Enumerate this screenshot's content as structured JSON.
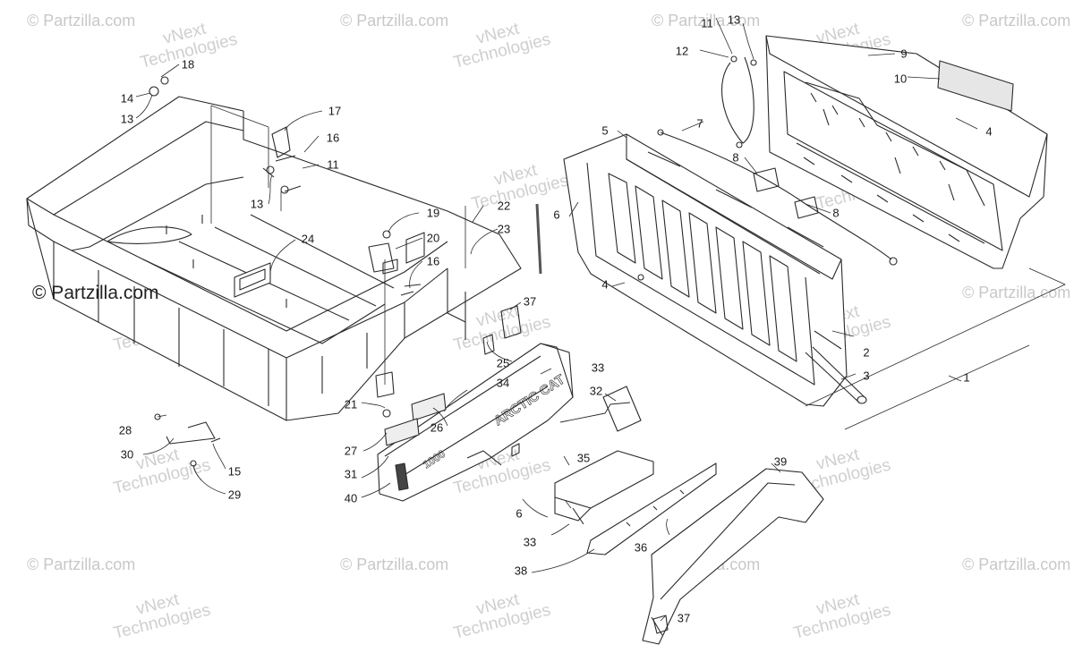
{
  "watermark": {
    "main": "© Partzilla.com",
    "tile": "© Partzilla.com",
    "vnext_line1": "vNext",
    "vnext_line2": "Technologies"
  },
  "labels": {
    "l1": "1",
    "l2": "2",
    "l3": "3",
    "l4a": "4",
    "l4b": "4",
    "l5": "5",
    "l6a": "6",
    "l6b": "6",
    "l7": "7",
    "l8a": "8",
    "l8b": "8",
    "l9": "9",
    "l10": "10",
    "l11a": "11",
    "l11b": "11",
    "l12": "12",
    "l13a": "13",
    "l13b": "13",
    "l13c": "13",
    "l14": "14",
    "l15": "15",
    "l16a": "16",
    "l16b": "16",
    "l17": "17",
    "l18": "18",
    "l19": "19",
    "l20": "20",
    "l21": "21",
    "l22": "22",
    "l23": "23",
    "l24": "24",
    "l25": "25",
    "l26": "26",
    "l27": "27",
    "l28": "28",
    "l29": "29",
    "l30": "30",
    "l31": "31",
    "l32": "32",
    "l33a": "33",
    "l33b": "33",
    "l34": "34",
    "l35": "35",
    "l36": "36",
    "l37a": "37",
    "l37b": "37",
    "l38": "38",
    "l39": "39",
    "l40": "40"
  },
  "decal": {
    "brand": "ARCTIC CAT",
    "model": "1000"
  }
}
